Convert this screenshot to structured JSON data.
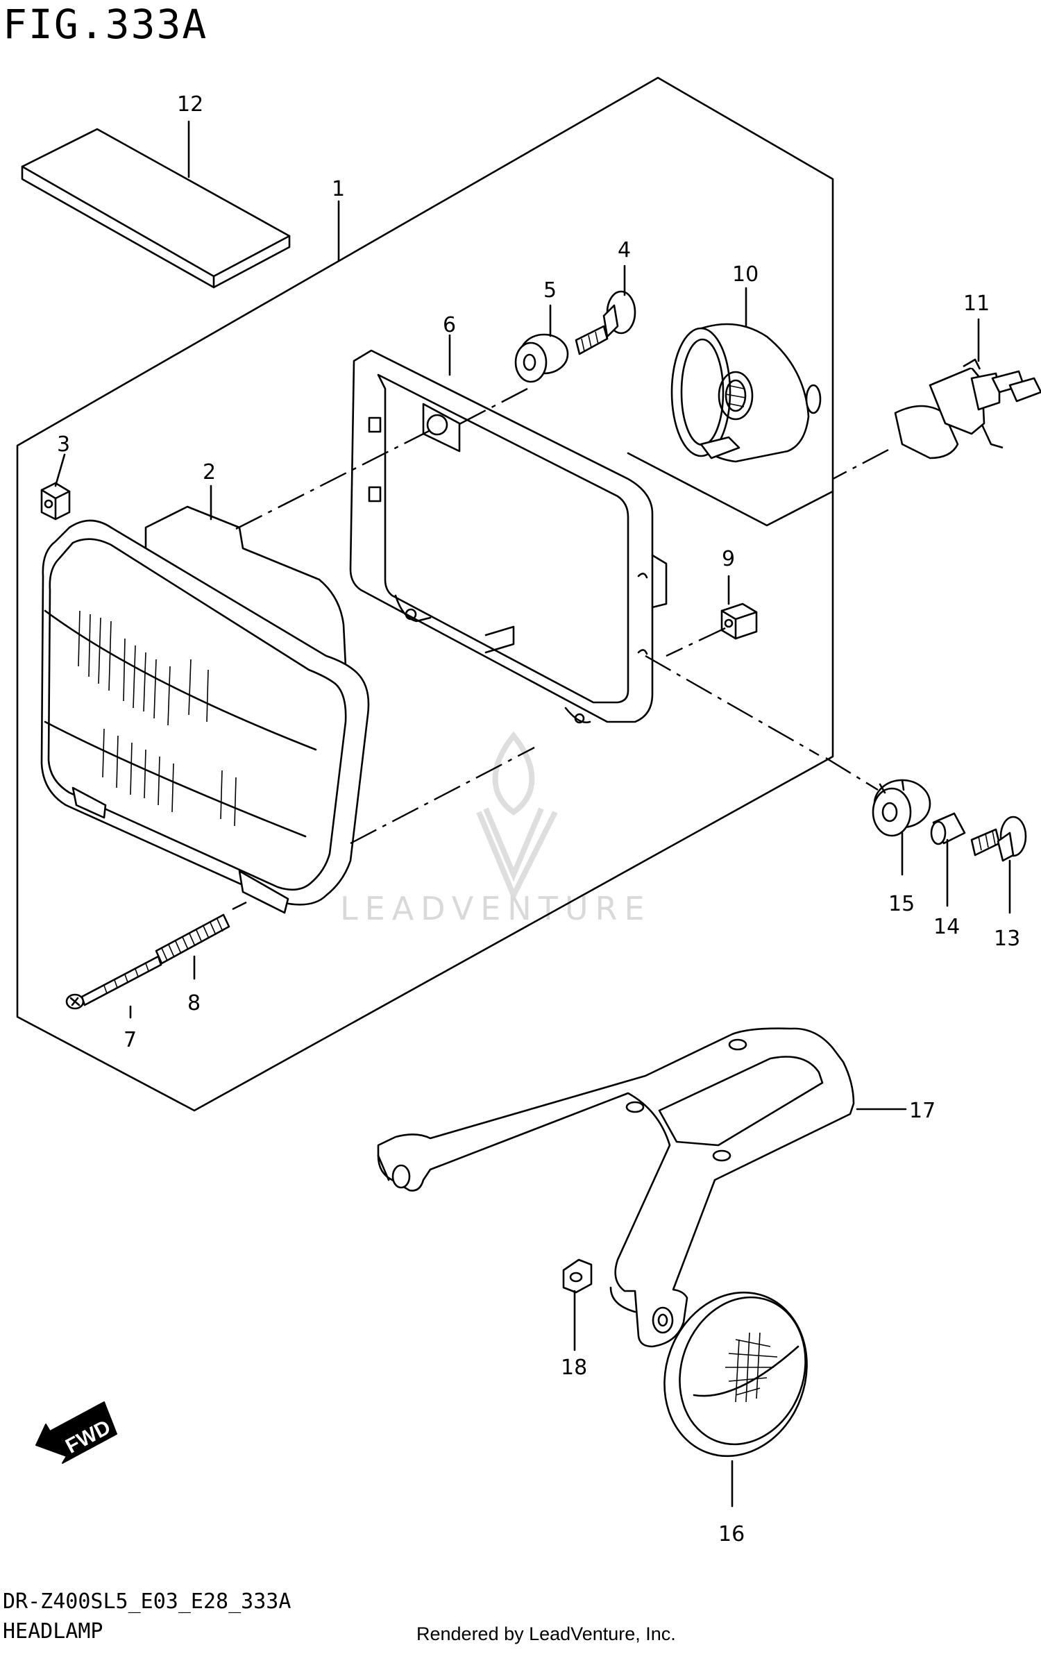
{
  "figure": {
    "title": "FIG.333A",
    "model_code": "DR-Z400SL5_E03_E28_333A",
    "section_name": "HEADLAMP",
    "credit": "Rendered by LeadVenture, Inc."
  },
  "watermark": {
    "brand": "LEADVENTURE"
  },
  "direction_badge": {
    "label": "FWD"
  },
  "callouts": [
    {
      "id": "1",
      "label": "1"
    },
    {
      "id": "2",
      "label": "2"
    },
    {
      "id": "3",
      "label": "3"
    },
    {
      "id": "4",
      "label": "4"
    },
    {
      "id": "5",
      "label": "5"
    },
    {
      "id": "6",
      "label": "6"
    },
    {
      "id": "7",
      "label": "7"
    },
    {
      "id": "8",
      "label": "8"
    },
    {
      "id": "9",
      "label": "9"
    },
    {
      "id": "10",
      "label": "10"
    },
    {
      "id": "11",
      "label": "11"
    },
    {
      "id": "12",
      "label": "12"
    },
    {
      "id": "13",
      "label": "13"
    },
    {
      "id": "14",
      "label": "14"
    },
    {
      "id": "15",
      "label": "15"
    },
    {
      "id": "16",
      "label": "16"
    },
    {
      "id": "17",
      "label": "17"
    },
    {
      "id": "18",
      "label": "18"
    }
  ],
  "colors": {
    "ink": "#000000",
    "paper": "#ffffff",
    "watermark": "#d9d9d9"
  }
}
